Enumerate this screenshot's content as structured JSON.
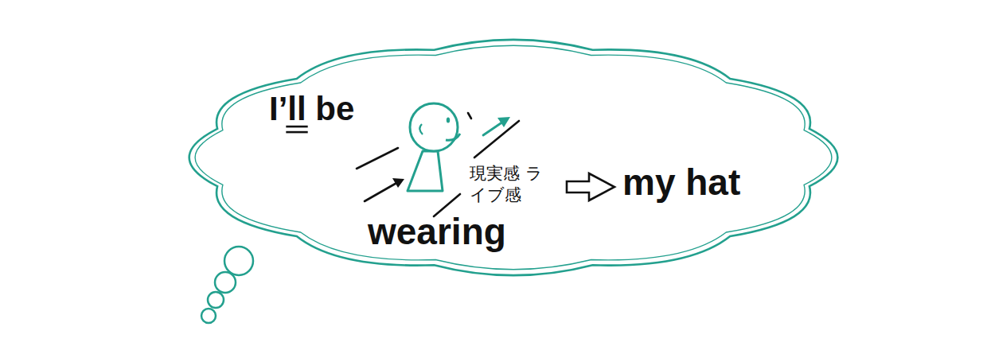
{
  "diagram": {
    "nodes": [
      {
        "text": [
          "I’ll be",
          "wearing",
          "現実感 ライブ感",
          "my hat"
        ]
      }
    ]
  }
}
